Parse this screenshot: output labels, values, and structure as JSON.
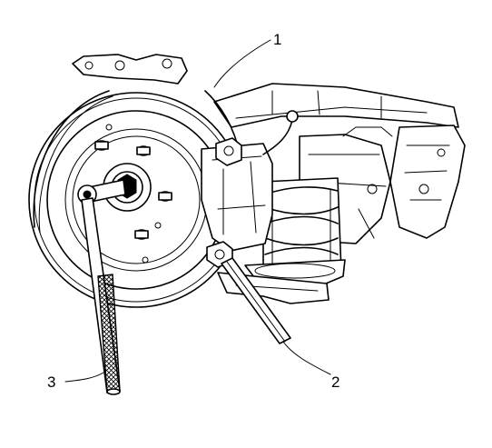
{
  "diagram": {
    "callouts": {
      "one": "1",
      "two": "2",
      "three": "3"
    }
  }
}
